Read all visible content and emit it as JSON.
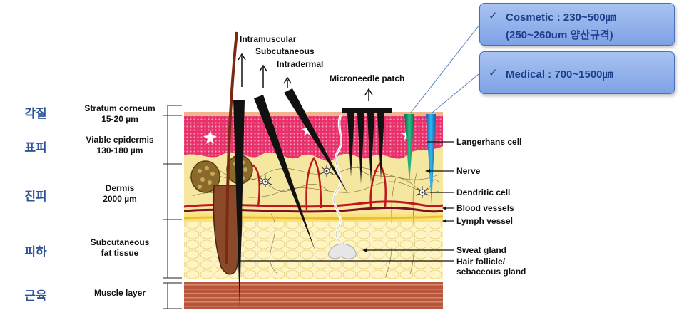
{
  "korean_labels": [
    "각질",
    "표피",
    "진피",
    "피하",
    "근육"
  ],
  "layer_labels": [
    {
      "line1": "Stratum corneum",
      "line2": "15-20 µm"
    },
    {
      "line1": "Viable epidermis",
      "line2": "130-180 µm"
    },
    {
      "line1": "Dermis",
      "line2": "2000 µm"
    },
    {
      "line1": "Subcutaneous",
      "line2": "fat tissue"
    },
    {
      "line1": "Muscle layer",
      "line2": ""
    }
  ],
  "injection_labels": {
    "intramuscular": "Intramuscular",
    "subcutaneous": "Subcutaneous",
    "intradermal": "Intradermal",
    "microneedle_patch": "Microneedle patch"
  },
  "structure_labels": {
    "langerhans": "Langerhans cell",
    "nerve": "Nerve",
    "dendritic": "Dendritic cell",
    "blood": "Blood vessels",
    "lymph": "Lymph vessel",
    "sweat": "Sweat gland",
    "hair_line1": "Hair follicle/",
    "hair_line2": "sebaceous gland"
  },
  "callouts": {
    "check_glyph": "✓",
    "cosmetic_line1": "Cosmetic :  230~500㎛",
    "cosmetic_line2": "(250~260um 양산규격)",
    "medical_line1": "Medical : 700~1500㎛"
  },
  "colors": {
    "callout_text": "#1f3e8a",
    "korean_text": "#2f5597",
    "stratum": "#f2b48a",
    "epidermis": "#e8306a",
    "dermis": "#f5e6a0",
    "fat": "#fff2b8",
    "muscle": "#b8563c",
    "vessel": "#c0161e",
    "needle_green": "#1a9a6a",
    "needle_blue": "#1b9ad6"
  }
}
